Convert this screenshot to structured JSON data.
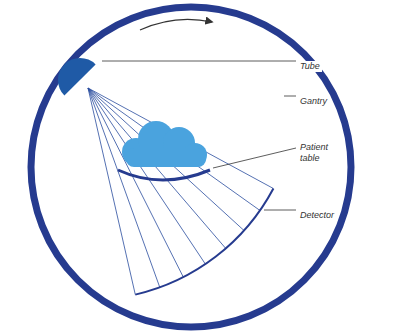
{
  "diagram": {
    "labels": [
      "Tube",
      "Gantry",
      "Patient table",
      "Detector"
    ]
  }
}
